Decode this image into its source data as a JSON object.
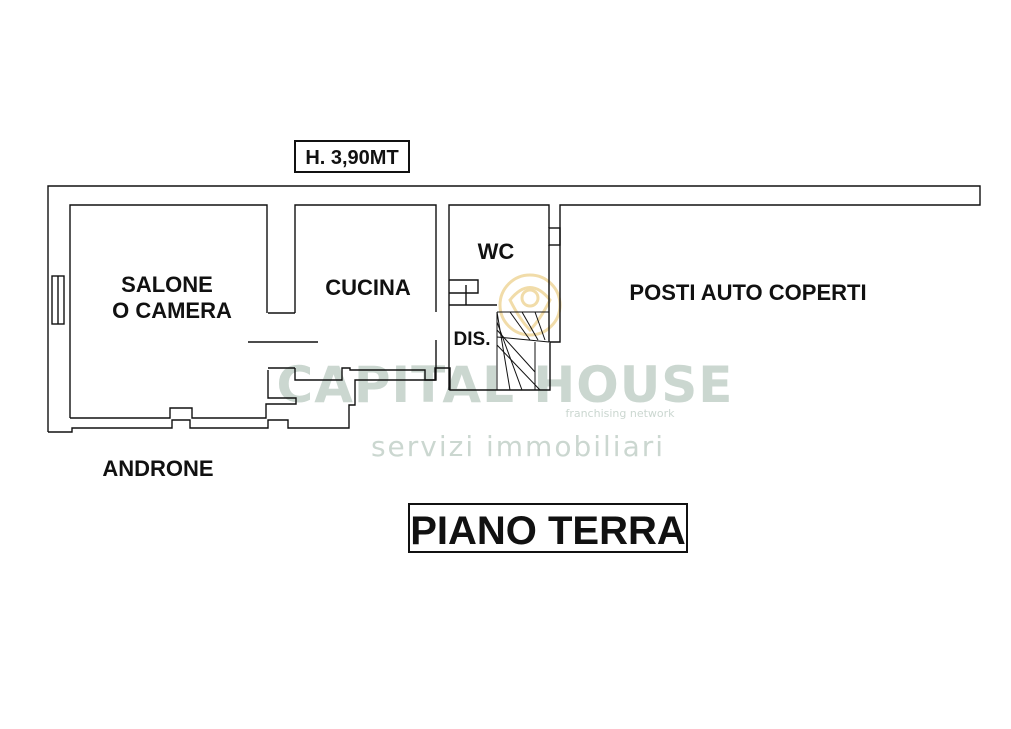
{
  "height_label": "H. 3,90MT",
  "floor_title": "PIANO TERRA",
  "rooms": {
    "salone_line1": "SALONE",
    "salone_line2": "O CAMERA",
    "cucina": "CUCINA",
    "wc": "WC",
    "dis": "DIS.",
    "posti_auto": "POSTI AUTO COPERTI",
    "androne": "ANDRONE"
  },
  "watermark": {
    "brand": "CAPITAL HOUSE",
    "tagline": "franchising network",
    "subtitle": "servizi immobiliari"
  },
  "colors": {
    "wall": "#111111",
    "watermark": "#b9c9c1",
    "watermark_logo": "#f0d9a0"
  }
}
